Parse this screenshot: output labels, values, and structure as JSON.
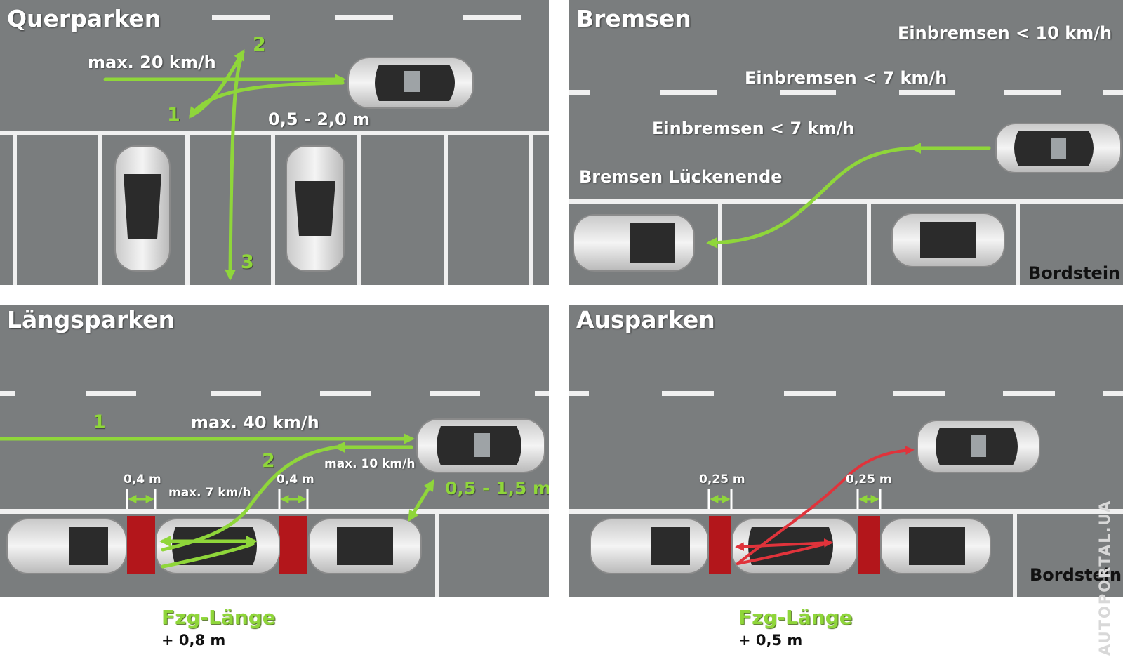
{
  "panels": {
    "querparken": {
      "title": "Querparken",
      "speed": "max. 20 km/h",
      "distance": "0,5 - 2,0 m",
      "step1": "1",
      "step2": "2",
      "step3": "3"
    },
    "bremsen": {
      "title": "Bremsen",
      "brake10": "Einbremsen < 10 km/h",
      "brake7a": "Einbremsen < 7 km/h",
      "brake7b": "Einbremsen < 7 km/h",
      "gap_end": "Bremsen Lückenende",
      "curb": "Bordstein"
    },
    "laengsparken": {
      "title": "Längsparken",
      "step1": "1",
      "speed40": "max. 40 km/h",
      "step2": "2",
      "speed10": "max. 10 km/h",
      "gap_left": "0,4 m",
      "speed7": "max. 7 km/h",
      "gap_right": "0,4 m",
      "distance": "0,5 - 1,5 m",
      "length_label": "Fzg-Länge",
      "length_add": "+ 0,8 m"
    },
    "ausparken": {
      "title": "Ausparken",
      "gap_left": "0,25 m",
      "gap_right": "0,25 m",
      "curb": "Bordstein",
      "length_label": "Fzg-Länge",
      "length_add": "+ 0,5 m"
    }
  },
  "watermark": "AUTOPORTAL.UA",
  "colors": {
    "asphalt": "#7a7d7e",
    "green_arrow": "#8fd63a",
    "red_arrow": "#e0333b",
    "buffer": "#b3161b"
  }
}
